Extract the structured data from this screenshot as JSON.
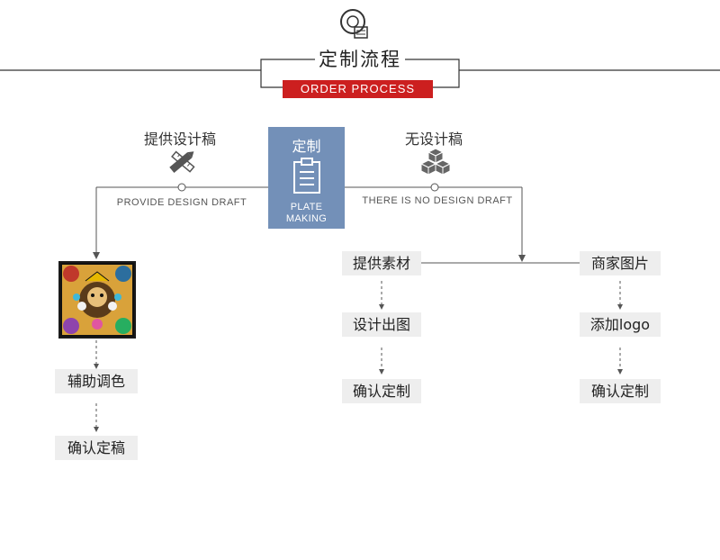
{
  "header": {
    "title_cn": "定制流程",
    "title_en": "ORDER PROCESS",
    "icon": "lightbulb-gear-icon"
  },
  "left_branch": {
    "label_cn": "提供设计稿",
    "label_en": "PROVIDE DESIGN DRAFT",
    "icon": "pencil-ruler-icon",
    "steps": [
      "辅助调色",
      "确认定稿"
    ]
  },
  "center": {
    "label_cn": "定制",
    "label_en_line1": "PLATE",
    "label_en_line2": "MAKING",
    "icon": "clipboard-icon",
    "color": "#7390b8"
  },
  "right_branch": {
    "label_cn": "无设计稿",
    "label_en": "THERE IS NO DESIGN DRAFT",
    "icon": "stacked-boxes-icon",
    "column_a": [
      "提供素材",
      "设计出图",
      "确认定制"
    ],
    "column_b": [
      "商家图片",
      "添加logo",
      "确认定制"
    ]
  },
  "colors": {
    "accent_red": "#cc1f1f",
    "step_bg": "#eeeeee",
    "line": "#333333"
  }
}
